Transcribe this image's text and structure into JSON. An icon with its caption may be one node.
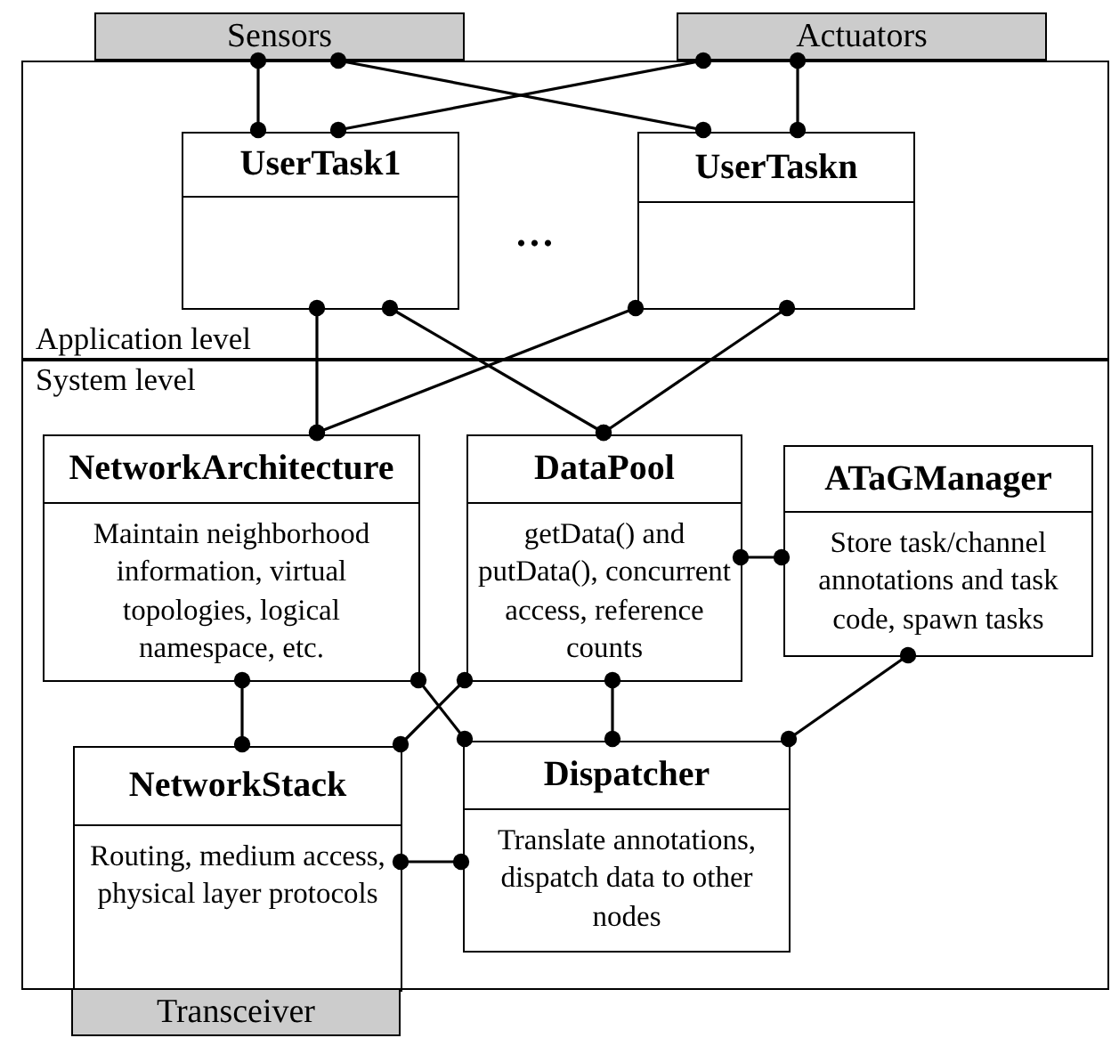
{
  "diagram": {
    "nodes": [
      {
        "text": [
          "Sensors"
        ]
      },
      {
        "text": [
          "Actuators"
        ]
      },
      {
        "text": [
          "Application level"
        ]
      },
      {
        "text": [
          "UserTask1"
        ],
        "in": 2
      },
      {
        "text": [
          "UserTaskn"
        ],
        "in": 2
      },
      {
        "text": [
          "System level"
        ]
      },
      {
        "text": [
          "NetworkArchitecture",
          "Maintain neighborhood information, virtual topologies, logical namespace, etc."
        ],
        "in": 5
      },
      {
        "text": [
          "DataPool",
          "getData() and putData(), concurrent access, reference counts"
        ],
        "in": 5
      },
      {
        "text": [
          "ATaGManager",
          "Store task/channel annotations and task code, spawn tasks"
        ],
        "in": 5
      },
      {
        "text": [
          "NetworkStack",
          "Routing, medium access, physical layer protocols"
        ],
        "in": 5
      },
      {
        "text": [
          "Dispatcher",
          "Translate annotations, dispatch data to other nodes"
        ],
        "in": 5
      },
      {
        "text": [
          "Transceiver"
        ]
      }
    ],
    "edges": [
      {
        "from": 0,
        "to": 3,
        "arrow": "other"
      },
      {
        "from": 0,
        "to": 4,
        "arrow": "other"
      },
      {
        "from": 1,
        "to": 3,
        "arrow": "other"
      },
      {
        "from": 1,
        "to": 4,
        "arrow": "other"
      },
      {
        "from": 3,
        "to": 6,
        "arrow": "other"
      },
      {
        "from": 3,
        "to": 7,
        "arrow": "other"
      },
      {
        "from": 4,
        "to": 6,
        "arrow": "other"
      },
      {
        "from": 4,
        "to": 7,
        "arrow": "other"
      },
      {
        "from": 7,
        "to": 8,
        "arrow": "other"
      },
      {
        "from": 6,
        "to": 9,
        "arrow": "other"
      },
      {
        "from": 6,
        "to": 10,
        "arrow": "other"
      },
      {
        "from": 7,
        "to": 9,
        "arrow": "other"
      },
      {
        "from": 7,
        "to": 10,
        "arrow": "other"
      },
      {
        "from": 8,
        "to": 10,
        "arrow": "other"
      },
      {
        "from": 9,
        "to": 10,
        "arrow": "other"
      }
    ],
    "labels": [
      "..."
    ]
  }
}
